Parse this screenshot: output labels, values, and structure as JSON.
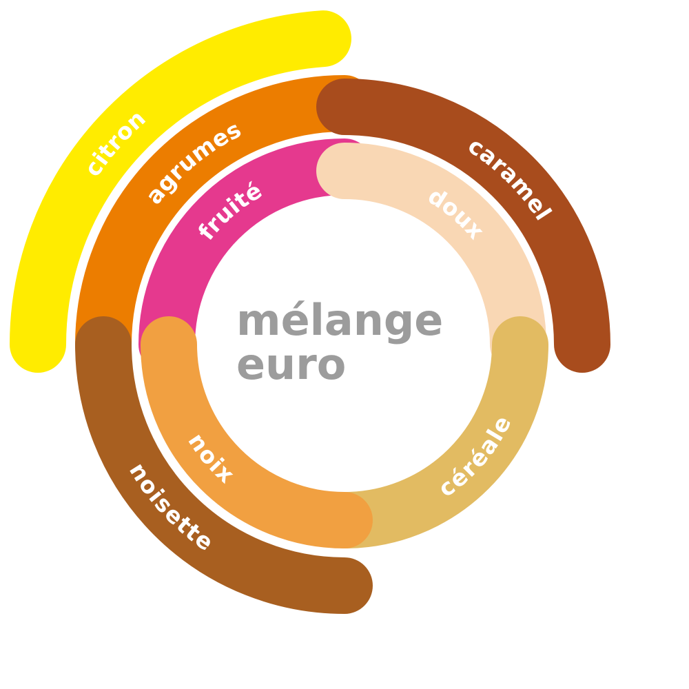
{
  "title_lines": [
    "mélange",
    "euro"
  ],
  "segments": [
    {
      "label": "citron",
      "color": "#ffec00"
    },
    {
      "label": "agrumes",
      "color": "#ec7d00"
    },
    {
      "label": "fruité",
      "color": "#e5398e"
    },
    {
      "label": "caramel",
      "color": "#a84c1d"
    },
    {
      "label": "doux",
      "color": "#f9d7b4"
    },
    {
      "label": "céréale",
      "color": "#e2bb62"
    },
    {
      "label": "noix",
      "color": "#f1a041"
    },
    {
      "label": "noisette",
      "color": "#a85f20"
    }
  ]
}
